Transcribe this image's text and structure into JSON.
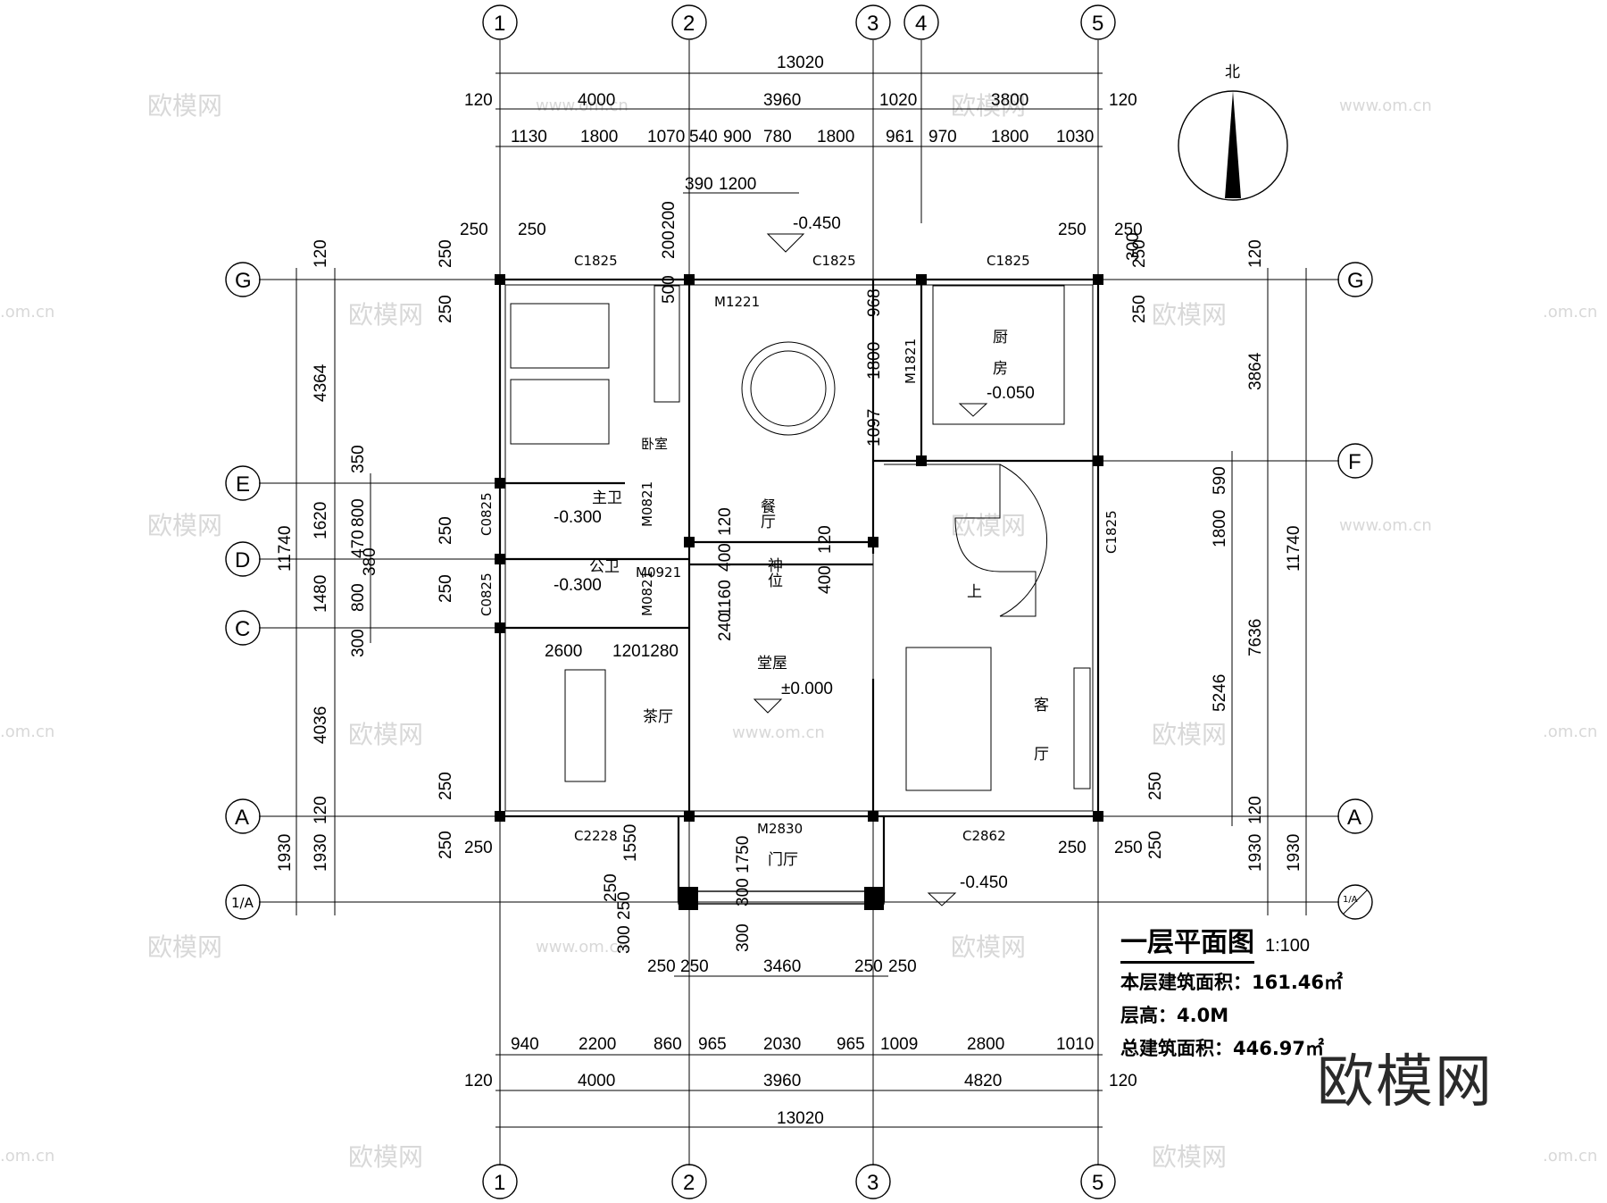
{
  "axes_top": [
    "1",
    "2",
    "3",
    "4",
    "5"
  ],
  "axes_bottom": [
    "1",
    "2",
    "3",
    "5"
  ],
  "axes_left": [
    "G",
    "E",
    "D",
    "C",
    "A",
    "1/A"
  ],
  "axes_right": [
    "G",
    "F",
    "A"
  ],
  "axis_bubble_right_bottom": "1/A",
  "compass": "北",
  "dims_top": {
    "overall": "13020",
    "row2": [
      "120",
      "4000",
      "3960",
      "1020",
      "3800",
      "120"
    ],
    "row3": [
      "1130",
      "1800",
      "1070",
      "540",
      "900",
      "780",
      "1800",
      "961",
      "970",
      "1800",
      "1030"
    ],
    "row4": [
      "390",
      "1200"
    ],
    "extra": [
      "250",
      "250",
      "250",
      "250",
      "200",
      "200",
      "300"
    ]
  },
  "dims_bottom": {
    "row1": [
      "250",
      "250",
      "3460",
      "250",
      "250"
    ],
    "row2": [
      "940",
      "2200",
      "860",
      "965",
      "2030",
      "965",
      "1009",
      "2800",
      "1010"
    ],
    "row3": [
      "120",
      "4000",
      "3960",
      "4820",
      "120"
    ],
    "overall": "13020"
  },
  "dims_left": {
    "overall": "11740",
    "segments": [
      "120",
      "4364",
      "1620",
      "1480",
      "4036",
      "120",
      "1930",
      "1930"
    ],
    "inner": [
      "350",
      "800",
      "470",
      "380",
      "800",
      "300",
      "250",
      "250",
      "250",
      "250",
      "250",
      "250",
      "250"
    ]
  },
  "dims_right": {
    "overall": "11740",
    "segments": [
      "120",
      "3864",
      "7636",
      "120",
      "1930",
      "1930"
    ],
    "inner": [
      "250",
      "250",
      "590",
      "1800",
      "5246",
      "250",
      "250",
      "250",
      "250"
    ]
  },
  "openings": [
    "C1825",
    "C1825",
    "C1825",
    "M1221",
    "M1821",
    "C0825",
    "C0825",
    "M0821",
    "M0921",
    "M0821",
    "C1825",
    "C2228",
    "M2830",
    "C2862"
  ],
  "misc_dims": [
    "968",
    "1800",
    "1097",
    "120",
    "400",
    "120",
    "400",
    "1160",
    "240",
    "2600",
    "1201280",
    "1550",
    "1750",
    "300",
    "300",
    "250",
    "250",
    "300",
    "500"
  ],
  "levels": [
    "-0.450",
    "-0.050",
    "-0.300",
    "-0.300",
    "±0.000",
    "-0.450"
  ],
  "rooms": [
    "卧室",
    "主卫",
    "公卫",
    "餐厅",
    "神位",
    "厨",
    "房",
    "堂屋",
    "茶厅",
    "客",
    "厅",
    "门厅",
    "上"
  ],
  "watermark": "欧模网",
  "watermark_url": "www.om.cn",
  "watermark_short": ".om.cn",
  "caption": {
    "title": "一层平面图",
    "scale": "1:100",
    "area": "本层建筑面积：161.46㎡",
    "height": "层高：4.0M",
    "total": "总建筑面积：446.97㎡"
  },
  "brand": "欧模网"
}
